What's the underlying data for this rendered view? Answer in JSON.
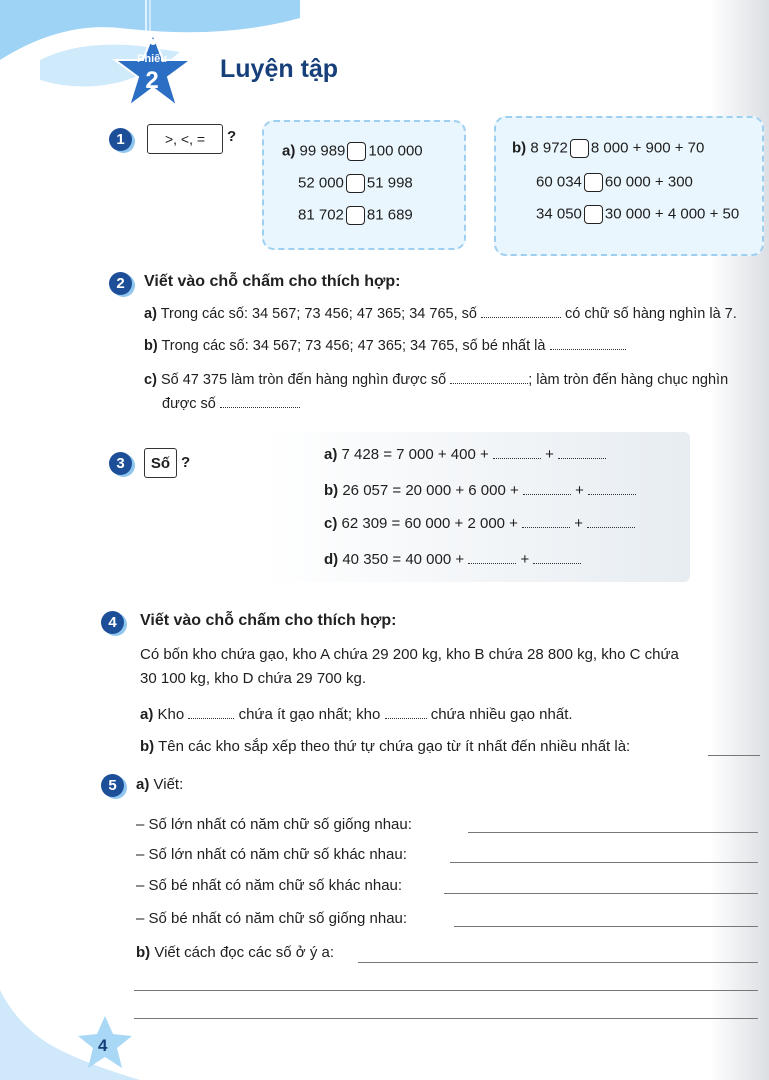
{
  "header": {
    "badge_word": "Phiếu",
    "badge_number": "2",
    "title": "Luyện tập"
  },
  "ex1": {
    "number": "1",
    "prompt_box": ">, <, =",
    "question_mark": "?",
    "a_label": "a)",
    "a_rows": [
      {
        "left": "99 989",
        "right": "100 000"
      },
      {
        "left": "52 000",
        "right": "51 998"
      },
      {
        "left": "81 702",
        "right": "81 689"
      }
    ],
    "b_label": "b)",
    "b_rows": [
      {
        "left": "8 972",
        "right": "8 000 + 900 + 70"
      },
      {
        "left": "60 034",
        "right": "60 000 + 300"
      },
      {
        "left": "34 050",
        "right": "30 000 + 4 000 + 50"
      }
    ]
  },
  "ex2": {
    "number": "2",
    "title": "Viết vào chỗ chấm cho thích hợp:",
    "a_label": "a)",
    "a_before": "Trong các số: 34 567; 73 456; 47 365; 34 765, số",
    "a_after": "có chữ số hàng nghìn là 7.",
    "b_label": "b)",
    "b_text": "Trong các số: 34 567; 73 456; 47 365; 34 765, số bé nhất là",
    "c_label": "c)",
    "c_before": "Số 47 375 làm tròn đến hàng nghìn được số",
    "c_after": "; làm tròn đến hàng chục nghìn",
    "c_line2": "được số"
  },
  "ex3": {
    "number": "3",
    "prompt_box": "Số",
    "question_mark": "?",
    "rows": [
      {
        "label": "a)",
        "expr": "7 428 = 7 000 + 400 +"
      },
      {
        "label": "b)",
        "expr": "26 057 = 20 000 + 6 000 +"
      },
      {
        "label": "c)",
        "expr": "62 309 = 60 000 + 2 000 +"
      },
      {
        "label": "d)",
        "expr": "40 350 = 40 000 +"
      }
    ],
    "plus": "+"
  },
  "ex4": {
    "number": "4",
    "title": "Viết vào chỗ chấm cho thích hợp:",
    "para_line1": "Có bốn kho chứa gạo, kho A chứa 29 200 kg, kho B chứa 28 800 kg, kho C chứa",
    "para_line2": "30 100 kg, kho D chứa 29 700 kg.",
    "a_label": "a)",
    "a_p1": "Kho",
    "a_p2": "chứa ít gạo nhất; kho",
    "a_p3": "chứa nhiều gạo nhất.",
    "b_label": "b)",
    "b_text": "Tên các kho sắp xếp theo thứ tự chứa gạo từ ít nhất đến nhiều nhất là:"
  },
  "ex5": {
    "number": "5",
    "a_label": "a)",
    "a_title": "Viết:",
    "items": [
      "– Số lớn nhất có năm chữ số giống nhau:",
      "– Số lớn nhất có năm chữ số khác nhau:",
      "– Số bé nhất có năm chữ số khác nhau:",
      "– Số bé nhất có năm chữ số giống nhau:"
    ],
    "b_label": "b)",
    "b_text": "Viết cách đọc các số ở ý a:"
  },
  "page_number": "4",
  "colors": {
    "brand_blue": "#1d4f99",
    "light_blue": "#8fc7ef",
    "cloud_fill": "#eaf6fd",
    "cloud_border": "#9fcff0"
  }
}
